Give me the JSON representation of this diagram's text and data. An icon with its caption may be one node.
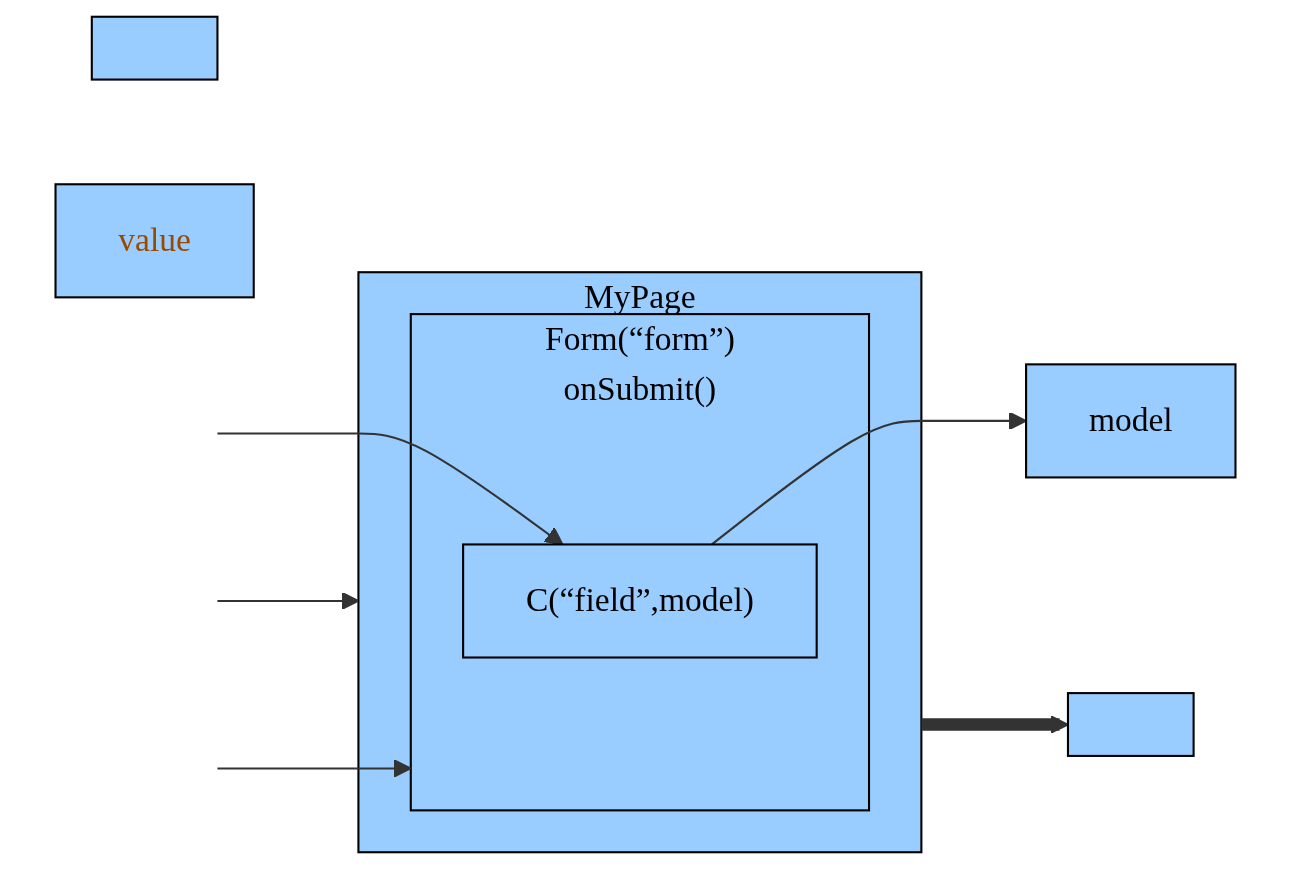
{
  "diagram": {
    "nodes": [
      {
        "text": [],
        "shape": "box"
      },
      {
        "text": [],
        "shape": "box"
      },
      {
        "text": [
          "MyPage"
        ]
      },
      {
        "text": [
          "Form(“form”)",
          "onSubmit()"
        ],
        "in": 2
      },
      {
        "text": [
          "C(“field”,model)"
        ],
        "in": 3
      },
      {
        "text": [
          "value"
        ]
      },
      {
        "text": [
          "model"
        ]
      }
    ],
    "edges": [
      {
        "from": null,
        "to": 2,
        "arrow": "to"
      },
      {
        "from": null,
        "to": 3,
        "arrow": "to"
      },
      {
        "from": null,
        "to": 4,
        "arrow": "to"
      },
      {
        "from": 4,
        "to": 6,
        "arrow": "to"
      },
      {
        "from": 2,
        "to": 1,
        "arrow": "to",
        "style": "thick"
      }
    ]
  }
}
